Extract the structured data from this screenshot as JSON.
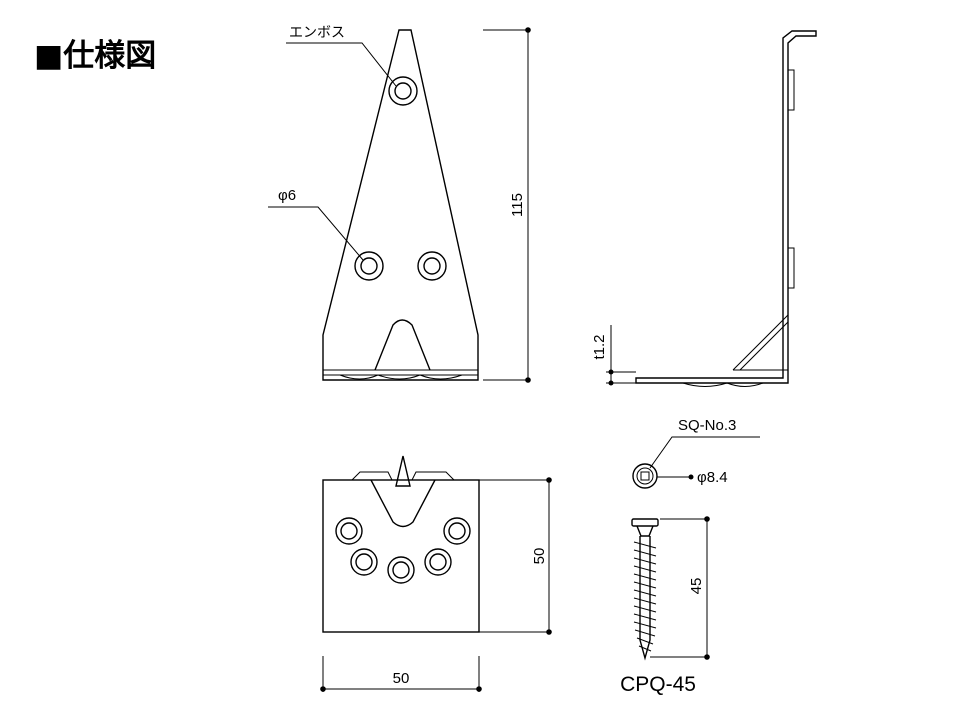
{
  "title": "■仕様図",
  "labels": {
    "emboss": "エンボス",
    "hole_dia": "φ6",
    "height_dim": "115",
    "thickness": "t1.2",
    "front_height_dim": "50",
    "front_width_dim": "50",
    "screw_head_type": "SQ-No.3",
    "screw_head_dia": "φ8.4",
    "screw_length": "45",
    "screw_model": "CPQ-45"
  }
}
